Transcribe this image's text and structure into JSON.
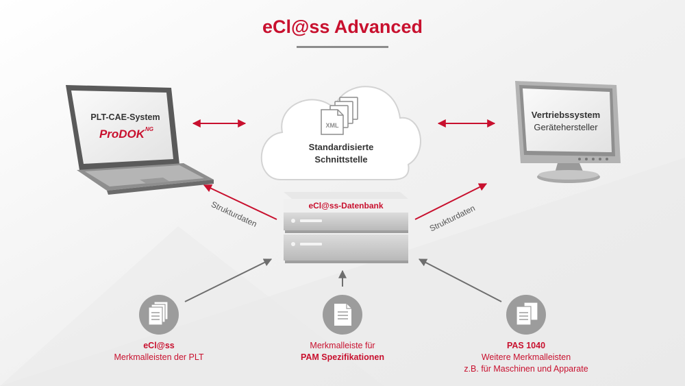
{
  "colors": {
    "accent": "#c8102e",
    "gray": "#7a7a7a",
    "dark": "#333333",
    "light_bg": "#f3f3f3"
  },
  "title": "eCl@ss Advanced",
  "laptop": {
    "line1": "PLT-CAE-System",
    "logo": "ProDOK",
    "logo_sup": "NG"
  },
  "cloud": {
    "icon_label": "XML",
    "line1": "Standardisierte",
    "line2": "Schnittstelle"
  },
  "monitor": {
    "line1": "Vertriebssystem",
    "line2": "Gerätehersteller"
  },
  "server": {
    "label": "eCl@ss-Datenbank"
  },
  "arrows": {
    "left_label": "Strukturdaten",
    "right_label": "Strukturdaten"
  },
  "sources": [
    {
      "icon": "document-stack-icon",
      "line1": "eCl@ss",
      "line2": "Merkmalleisten der PLT"
    },
    {
      "icon": "document-icon",
      "line1": "Merkmalleiste für",
      "line2": "PAM Spezifikationen"
    },
    {
      "icon": "document-stack-icon",
      "line1": "PAS 1040",
      "line2": "Weitere Merkmalleisten",
      "line3": "z.B. für Maschinen und Apparate"
    }
  ]
}
